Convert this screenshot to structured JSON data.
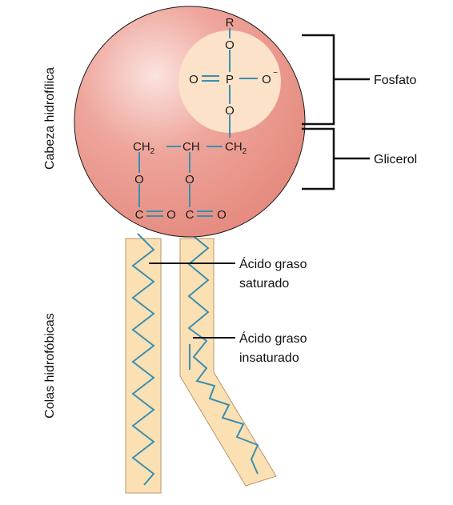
{
  "colors": {
    "head_fill": "#e8958a",
    "phosphate_fill": "#fbe2c8",
    "tail_fill": "#fbe0b3",
    "tail_border": "#b9956a",
    "bond": "#3a8fb0",
    "bracket": "#111111"
  },
  "labels": {
    "head_side": "Cabeza hidrofílica",
    "tails_side": "Colas hidrofóbicas",
    "phosphate": "Fosfato",
    "glycerol": "Glicerol",
    "saturated_line1": "Ácido graso",
    "saturated_line2": "saturado",
    "unsaturated_line1": "Ácido graso",
    "unsaturated_line2": "insaturado"
  },
  "chemistry": {
    "r_group": "R",
    "oxygen": "O",
    "phosphorus": "P",
    "minus": "−",
    "carbon": "C",
    "ch": "CH",
    "h": "H",
    "ch2_sub": "2"
  }
}
